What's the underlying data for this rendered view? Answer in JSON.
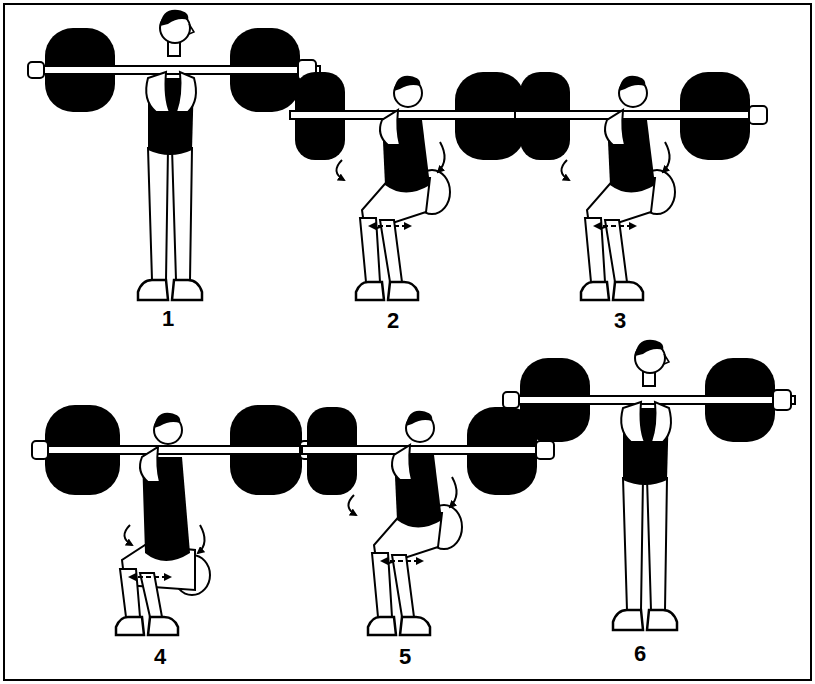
{
  "diagram": {
    "labels": [
      "1",
      "2",
      "3",
      "4",
      "5",
      "6"
    ]
  }
}
